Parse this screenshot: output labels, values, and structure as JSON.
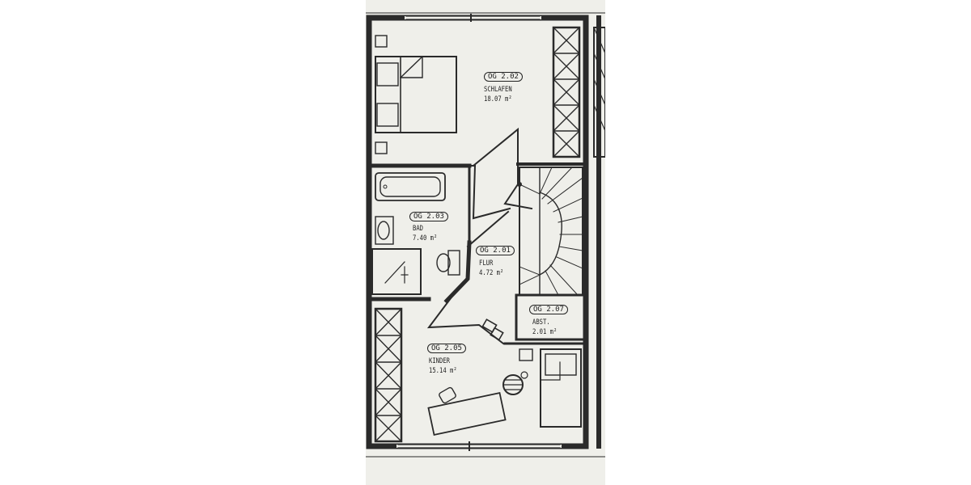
{
  "rooms": [
    {
      "id": "schlafen",
      "tag": "OG 2.02",
      "name": "SCHLAFEN",
      "area": "18.07 m²"
    },
    {
      "id": "bad",
      "tag": "OG 2.03",
      "name": "BAD",
      "area": "7.40 m²"
    },
    {
      "id": "flur",
      "tag": "OG 2.01",
      "name": "FLUR",
      "area": "4.72 m²"
    },
    {
      "id": "abst",
      "tag": "OG 2.07",
      "name": "ABST.",
      "area": "2.01 m²"
    },
    {
      "id": "kinder",
      "tag": "OG 2.05",
      "name": "KINDER",
      "area": "15.14 m²"
    }
  ]
}
